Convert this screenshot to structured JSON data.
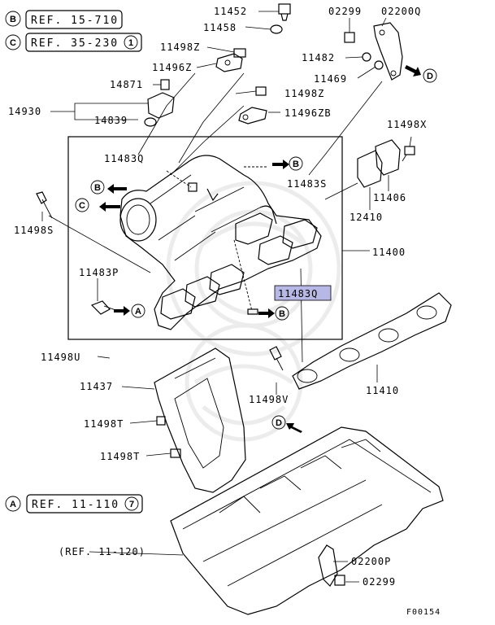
{
  "diagram": {
    "refs": [
      {
        "circle": "B",
        "text": "REF. 15-710",
        "suffix": ""
      },
      {
        "circle": "C",
        "text": "REF. 35-230",
        "suffix": "1"
      },
      {
        "circle": "A",
        "text": "REF. 11-110",
        "suffix": "7"
      }
    ],
    "ref_plain": "(REF. 11-120)",
    "labels": {
      "p11452": "11452",
      "p11458": "11458",
      "p11498Z_1": "11498Z",
      "p11496Z": "11496Z",
      "p14871": "14871",
      "p14930": "14930",
      "p14839": "14839",
      "p11498Z_2": "11498Z",
      "p11496ZB": "11496ZB",
      "p02299_top": "02299",
      "p02200Q": "02200Q",
      "p11482": "11482",
      "p11469": "11469",
      "p11498X": "11498X",
      "p11483Q_top": "11483Q",
      "p11483S": "11483S",
      "p11406": "11406",
      "p12410": "12410",
      "p11498S": "11498S",
      "p11400": "11400",
      "p11483P": "11483P",
      "p11483Q_hl": "11483Q",
      "p11498U": "11498U",
      "p11437": "11437",
      "p11410": "11410",
      "p11498V": "11498V",
      "p11498T_1": "11498T",
      "p11498T_2": "11498T",
      "p02200P": "02200P",
      "p02299_bot": "02299",
      "fig_code": "F00154"
    },
    "callouts": [
      "A",
      "B",
      "C",
      "D"
    ],
    "highlight_color": "#b8b8e6"
  }
}
